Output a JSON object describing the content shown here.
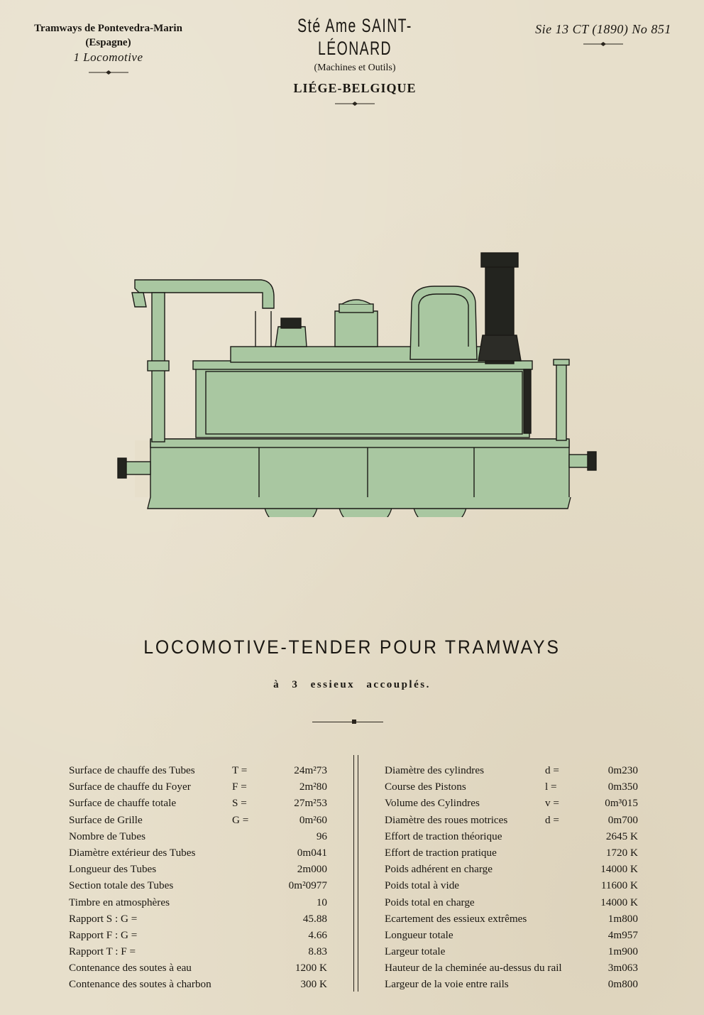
{
  "header": {
    "left": {
      "line1": "Tramways de Pontevedra-Marin",
      "line2": "(Espagne)",
      "line3": "1 Locomotive"
    },
    "center": {
      "company": "Sté Ame SAINT-LÉONARD",
      "subtitle": "(Machines et Outils)",
      "city": "LIÉGE-BELGIQUE"
    },
    "right": {
      "reference": "Sie 13 CT (1890) No 851"
    }
  },
  "drawing": {
    "icon": "locomotive-tender-illustration",
    "colors": {
      "body": "#a9c7a1",
      "line": "#1b1a16",
      "dark": "#23241f"
    }
  },
  "title": "LOCOMOTIVE-TENDER POUR TRAMWAYS",
  "subtitle": "à 3 essieux accouplés.",
  "specs_left": [
    {
      "label": "Surface de chauffe des Tubes",
      "symbol": "T =",
      "value": "24m²73"
    },
    {
      "label": "Surface de chauffe du Foyer",
      "symbol": "F =",
      "value": "2m²80"
    },
    {
      "label": "Surface de chauffe totale",
      "symbol": "S =",
      "value": "27m²53"
    },
    {
      "label": "Surface de Grille",
      "symbol": "G =",
      "value": "0m²60"
    },
    {
      "label": "Nombre de Tubes",
      "symbol": "",
      "value": "96"
    },
    {
      "label": "Diamètre extérieur des Tubes",
      "symbol": "",
      "value": "0m041"
    },
    {
      "label": "Longueur des Tubes",
      "symbol": "",
      "value": "2m000"
    },
    {
      "label": "Section totale des Tubes",
      "symbol": "",
      "value": "0m²0977"
    },
    {
      "label": "Timbre en atmosphères",
      "symbol": "",
      "value": "10"
    },
    {
      "label": "Rapport S : G =",
      "symbol": "",
      "value": "45.88"
    },
    {
      "label": "Rapport F : G =",
      "symbol": "",
      "value": "4.66"
    },
    {
      "label": "Rapport T : F =",
      "symbol": "",
      "value": "8.83"
    },
    {
      "label": "Contenance des soutes à eau",
      "symbol": "",
      "value": "1200 K"
    },
    {
      "label": "Contenance des soutes à charbon",
      "symbol": "",
      "value": "300 K"
    }
  ],
  "specs_right": [
    {
      "label": "Diamètre des cylindres",
      "symbol": "d =",
      "value": "0m230"
    },
    {
      "label": "Course des Pistons",
      "symbol": "l =",
      "value": "0m350"
    },
    {
      "label": "Volume des Cylindres",
      "symbol": "v =",
      "value": "0m³015"
    },
    {
      "label": "Diamètre des roues motrices",
      "symbol": "d =",
      "value": "0m700"
    },
    {
      "label": "Effort de traction théorique",
      "symbol": "",
      "value": "2645 K"
    },
    {
      "label": "Effort de traction pratique",
      "symbol": "",
      "value": "1720 K"
    },
    {
      "label": "Poids adhérent en charge",
      "symbol": "",
      "value": "14000 K"
    },
    {
      "label": "Poids total à vide",
      "symbol": "",
      "value": "11600 K"
    },
    {
      "label": "Poids total en charge",
      "symbol": "",
      "value": "14000 K"
    },
    {
      "label": "Ecartement des essieux extrêmes",
      "symbol": "",
      "value": "1m800"
    },
    {
      "label": "Longueur totale",
      "symbol": "",
      "value": "4m957"
    },
    {
      "label": "Largeur totale",
      "symbol": "",
      "value": "1m900"
    },
    {
      "label": "Hauteur de la cheminée au-dessus du rail",
      "symbol": "",
      "value": "3m063"
    },
    {
      "label": "Largeur de la voie entre rails",
      "symbol": "",
      "value": "0m800"
    }
  ]
}
